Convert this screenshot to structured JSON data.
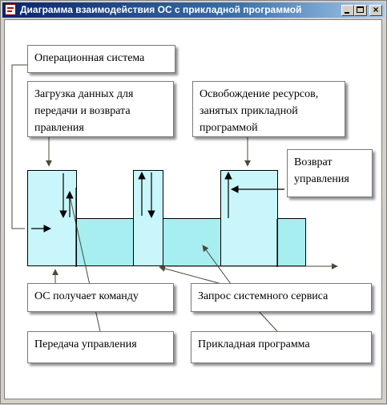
{
  "window": {
    "title": "Диаграмма взаимодействия ОС с прикладной программой",
    "buttons": {
      "minimize": "_",
      "maximize": "□",
      "close": "×"
    }
  },
  "labels": {
    "os": "Операционная система",
    "load_data": "Загрузка данных для передачи и возврата правления",
    "free_resources": "Освобождение ресурсов, занятых прикладной программой",
    "return_control": "Возврат управления",
    "os_receives": "ОС получает команду",
    "syscall": "Запрос системного сервиса",
    "transfer": "Передача управления",
    "application": "Прикладная программа"
  },
  "colors": {
    "os_block": "#c8f6fa",
    "app_block": "#a6eef0",
    "title_gradient_start": "#0a246a",
    "title_gradient_end": "#a6caf0"
  }
}
